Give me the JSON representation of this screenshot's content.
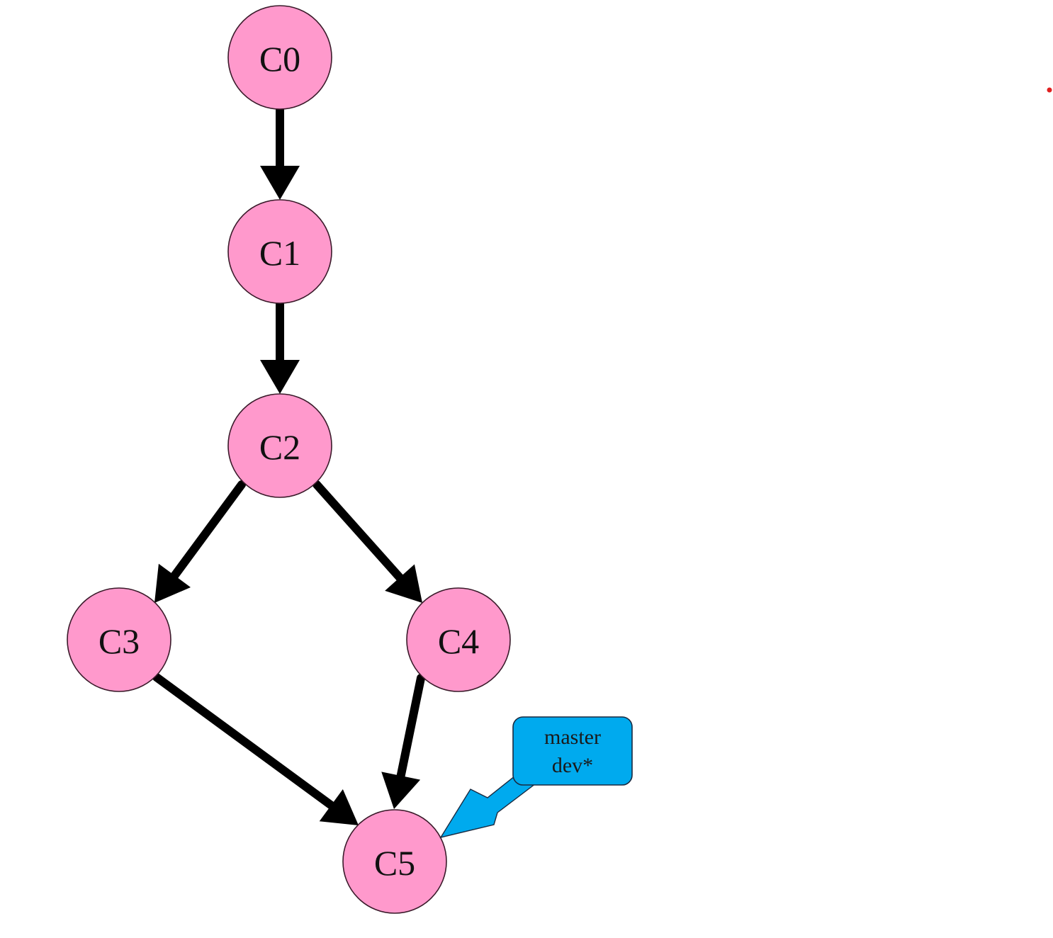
{
  "diagram": {
    "title": "Git commit graph",
    "node_color": "#ff99cc",
    "edge_color": "#000000",
    "nodes": [
      {
        "id": "C0",
        "label": "C0"
      },
      {
        "id": "C1",
        "label": "C1"
      },
      {
        "id": "C2",
        "label": "C2"
      },
      {
        "id": "C3",
        "label": "C3"
      },
      {
        "id": "C4",
        "label": "C4"
      },
      {
        "id": "C5",
        "label": "C5"
      }
    ],
    "edges": [
      {
        "from": "C0",
        "to": "C1"
      },
      {
        "from": "C1",
        "to": "C2"
      },
      {
        "from": "C2",
        "to": "C3"
      },
      {
        "from": "C2",
        "to": "C4"
      },
      {
        "from": "C3",
        "to": "C5"
      },
      {
        "from": "C4",
        "to": "C5"
      }
    ],
    "pointer": {
      "target": "C5",
      "color": "#00aaee",
      "lines": [
        "master",
        "dev*"
      ]
    },
    "marker_dot_color": "#e02020"
  }
}
